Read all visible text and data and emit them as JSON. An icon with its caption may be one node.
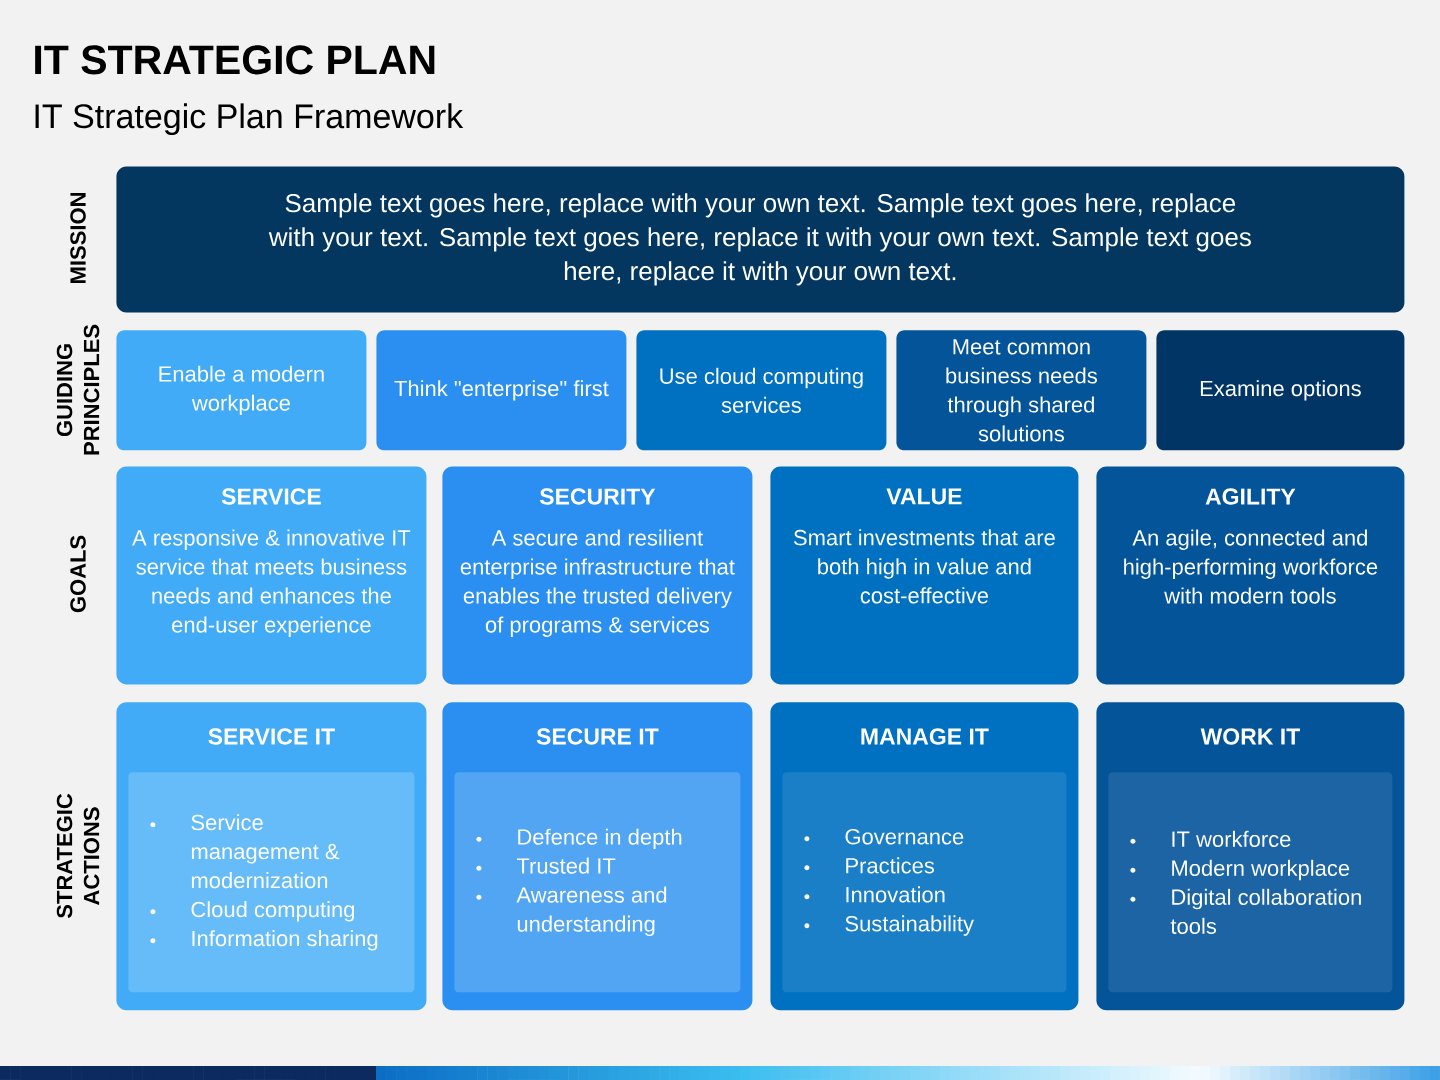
{
  "diagram": {
    "title": "IT STRATEGIC PLAN",
    "nodes": [
      {
        "text": [
          "Sample text goes here, replace with your own text. Sample text goes here, replace with your text. Sample text goes here, replace it with your own text. Sample text goes here, replace it with your own text."
        ]
      },
      {
        "text": [
          "Enable a modern workplace"
        ]
      },
      {
        "text": [
          "Think \"enterprise\" first"
        ]
      },
      {
        "text": [
          "Use cloud computing services"
        ]
      },
      {
        "text": [
          "Meet common business needs through shared solutions"
        ]
      },
      {
        "text": [
          "Examine options"
        ]
      },
      {
        "text": [
          "SERVICE",
          "A responsive & innovative IT service that meets business needs and enhances the end-user experience"
        ]
      },
      {
        "text": [
          "SECURITY",
          "A secure and resilient enterprise infrastructure that enables the trusted delivery of programs & services"
        ]
      },
      {
        "text": [
          "VALUE",
          "Smart investments that are both high in value and cost-effective"
        ]
      },
      {
        "text": [
          "AGILITY",
          "An agile, connected and high-performing workforce with modern tools"
        ]
      },
      {
        "text": [
          "SERVICE IT"
        ]
      },
      {
        "text": [
          "Service management & modernization",
          "Cloud computing",
          "Information sharing"
        ],
        "in": 10
      },
      {
        "text": [
          "SECURE IT"
        ]
      },
      {
        "text": [
          "Defence in depth",
          "Trusted IT",
          "Awareness and understanding"
        ],
        "in": 12
      },
      {
        "text": [
          "MANAGE IT"
        ]
      },
      {
        "text": [
          "Governance",
          "Practices",
          "Innovation",
          "Sustainability"
        ],
        "in": 14
      },
      {
        "text": [
          "WORK IT"
        ]
      },
      {
        "text": [
          "IT workforce",
          "Modern workplace",
          "Digital collaboration tools"
        ],
        "in": 16
      }
    ],
    "labels": [
      "IT Strategic Plan Framework",
      "MISSION",
      "GUIDING PRINCIPLES",
      "GOALS",
      "STRATEGIC ACTIONS"
    ]
  }
}
